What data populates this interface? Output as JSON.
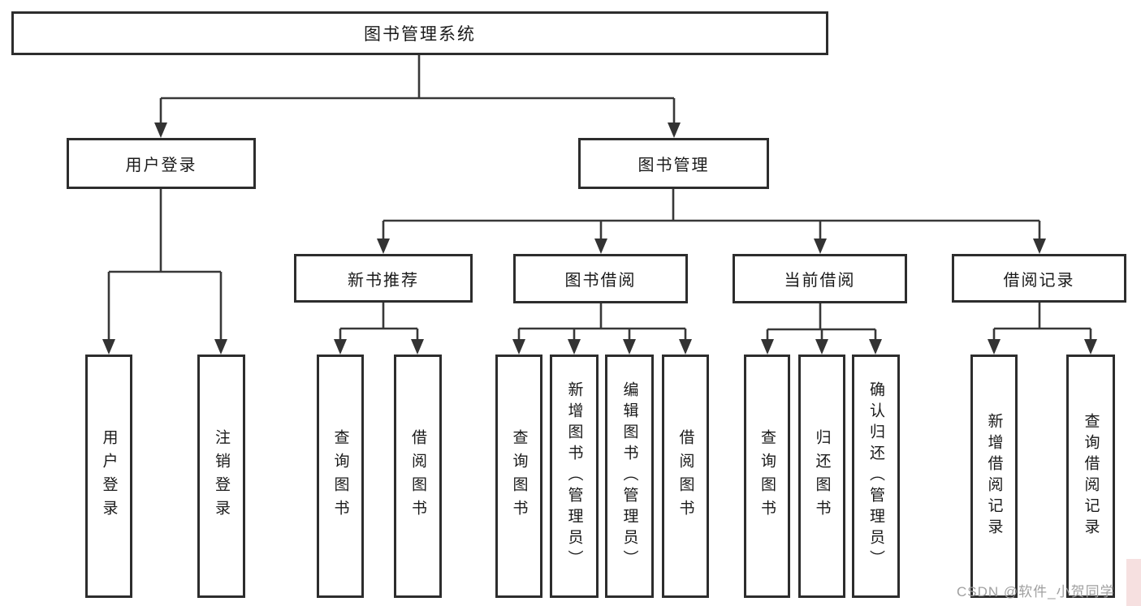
{
  "watermark": {
    "text": "CSDN @软件_小贺同学"
  },
  "colors": {
    "background": "#ffffff",
    "box_border": "#2d2d2d",
    "line": "#383838",
    "text": "#1a1a1a",
    "watermark": "#a0a0a0",
    "corner_tint": "#f6e0e0"
  },
  "tree": {
    "label": "图书管理系统",
    "children": [
      {
        "label": "用户登录",
        "children": [
          {
            "label": "用户登录"
          },
          {
            "label": "注销登录"
          }
        ]
      },
      {
        "label": "图书管理",
        "children": [
          {
            "label": "新书推荐",
            "children": [
              {
                "label": "查询图书"
              },
              {
                "label": "借阅图书"
              }
            ]
          },
          {
            "label": "图书借阅",
            "children": [
              {
                "label": "查询图书"
              },
              {
                "label": "新增图书（管理员）"
              },
              {
                "label": "编辑图书（管理员）"
              },
              {
                "label": "借阅图书"
              }
            ]
          },
          {
            "label": "当前借阅",
            "children": [
              {
                "label": "查询图书"
              },
              {
                "label": "归还图书"
              },
              {
                "label": "确认归还（管理员）"
              }
            ]
          },
          {
            "label": "借阅记录",
            "children": [
              {
                "label": "新增借阅记录"
              },
              {
                "label": "查询借阅记录"
              }
            ]
          }
        ]
      }
    ]
  }
}
